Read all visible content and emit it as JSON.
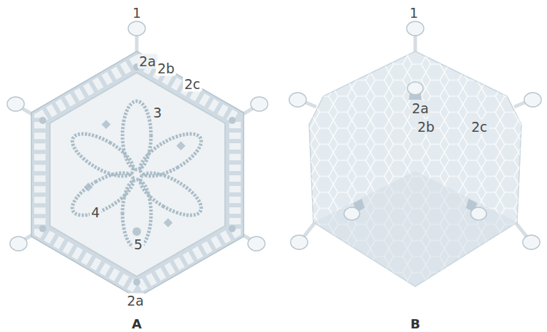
{
  "diagram": {
    "labels": [
      "1",
      "2a",
      "2b",
      "2c",
      "3",
      "4",
      "5",
      "2a",
      "A",
      "1",
      "2a",
      "2b",
      "2c",
      "B"
    ]
  }
}
